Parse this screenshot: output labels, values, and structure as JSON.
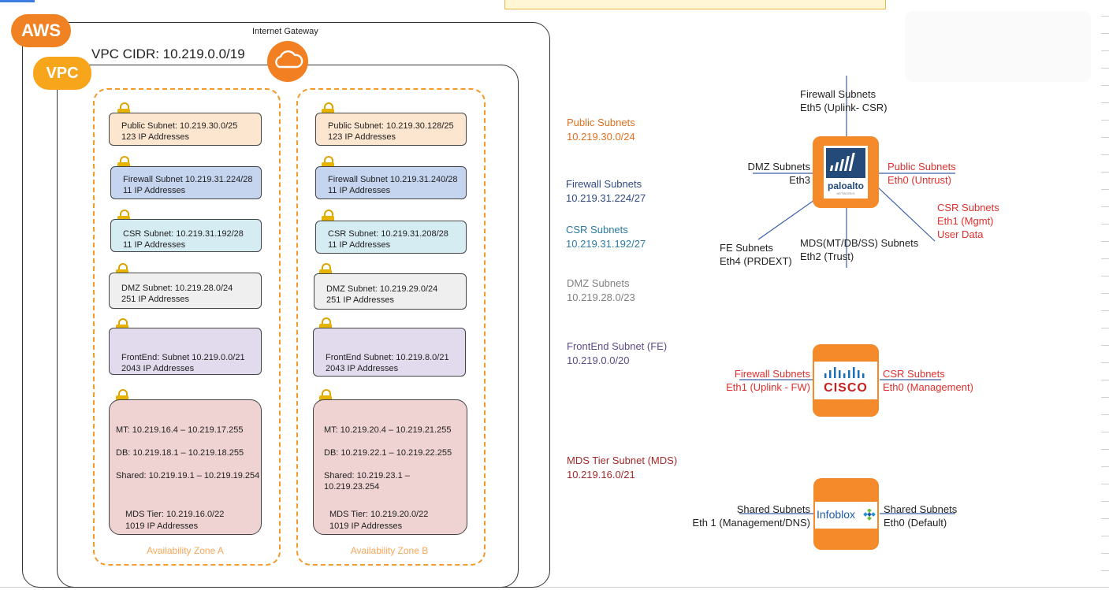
{
  "top": {
    "aws_badge": "AWS",
    "vpc_badge": "VPC",
    "vpc_cidr": "VPC CIDR: 10.219.0.0/19",
    "internet_gateway": "Internet Gateway"
  },
  "zones": [
    {
      "label": "Availability Zone A",
      "public": {
        "title": "Public Subnet: 10.219.30.0/25",
        "ips": "123 IP Addresses"
      },
      "firewall": {
        "title": "Firewall Subnet 10.219.31.224/28",
        "ips": "11 IP Addresses"
      },
      "csr": {
        "title": "CSR Subnet: 10.219.31.192/28",
        "ips": "11 IP Addresses"
      },
      "dmz": {
        "title": "DMZ Subnet: 10.219.28.0/24",
        "ips": "251 IP Addresses"
      },
      "frontend": {
        "title": "FrontEnd: Subnet 10.219.0.0/21",
        "ips": "2043 IP Addresses"
      },
      "mds": {
        "mt": "MT: 10.219.16.4 – 10.219.17.255",
        "db": "DB: 10.219.18.1 – 10.219.18.255",
        "shared": "Shared:  10.219.19.1 – 10.219.19.254",
        "tier": "MDS Tier: 10.219.16.0/22",
        "ips": "1019 IP Addresses"
      }
    },
    {
      "label": "Availability Zone B",
      "public": {
        "title": "Public Subnet: 10.219.30.128/25",
        "ips": "123 IP Addresses"
      },
      "firewall": {
        "title": "Firewall Subnet 10.219.31.240/28",
        "ips": "11 IP Addresses"
      },
      "csr": {
        "title": "CSR Subnet: 10.219.31.208/28",
        "ips": "11 IP Addresses"
      },
      "dmz": {
        "title": "DMZ Subnet: 10.219.29.0/24",
        "ips": "251 IP Addresses"
      },
      "frontend": {
        "title": "FrontEnd Subnet: 10.219.8.0/21",
        "ips": "2043 IP Addresses"
      },
      "mds": {
        "mt": "MT: 10.219.20.4 – 10.219.21.255",
        "db": "DB: 10.219.22.1 – 10.219.22.255",
        "shared": "Shared:  10.219.23.1 – 10.219.23.254",
        "tier": "MDS Tier: 10.219.20.0/22",
        "ips": "1019 IP Addresses"
      }
    }
  ],
  "legend": [
    {
      "name": "Public Subnets",
      "cidr": "10.219.30.0/24"
    },
    {
      "name": "Firewall Subnets",
      "cidr": "10.219.31.224/27"
    },
    {
      "name": "CSR Subnets",
      "cidr": "10.219.31.192/27"
    },
    {
      "name": "DMZ Subnets",
      "cidr": "10.219.28.0/23"
    },
    {
      "name": "FrontEnd Subnet (FE)",
      "cidr": "10.219.0.0/20"
    },
    {
      "name": "MDS Tier Subnet (MDS)",
      "cidr": "10.219.16.0/21"
    }
  ],
  "paloalto": {
    "logo_text": "paloalto",
    "logo_subtext": "NETWORKS",
    "top": {
      "l1": "Firewall Subnets",
      "l2": "Eth5 (Uplink- CSR)"
    },
    "left": {
      "l1": "DMZ Subnets",
      "l2": "Eth3"
    },
    "right": {
      "l1": "Public Subnets",
      "l2": "Eth0  (Untrust)"
    },
    "lower_right": {
      "l1": "CSR Subnets",
      "l2": "Eth1  (Mgmt)",
      "l3": "User Data"
    },
    "lower_left": {
      "l1": "FE Subnets",
      "l2": "Eth4 (PRDEXT)"
    },
    "bottom": {
      "l1": "MDS(MT/DB/SS) Subnets",
      "l2": "Eth2 (Trust)"
    }
  },
  "cisco": {
    "logo_text": "CISCO",
    "left": {
      "l1": "Firewall Subnets",
      "l2": "Eth1 (Uplink - FW)"
    },
    "right": {
      "l1": "CSR Subnets",
      "l2": "Eth0 (Management)"
    }
  },
  "infoblox": {
    "logo_text": "Infoblox",
    "left": {
      "l1": "Shared Subnets",
      "l2": "Eth 1 (Management/DNS)"
    },
    "right": {
      "l1": "Shared Subnets",
      "l2": "Eth0 (Default)"
    }
  },
  "colors": {
    "aws_orange": "#f08224",
    "vpc_orange": "#f7a51b",
    "az_dash": "#f39a2a",
    "label_red": "#e0302d",
    "line_blue": "#3b5fa8"
  }
}
